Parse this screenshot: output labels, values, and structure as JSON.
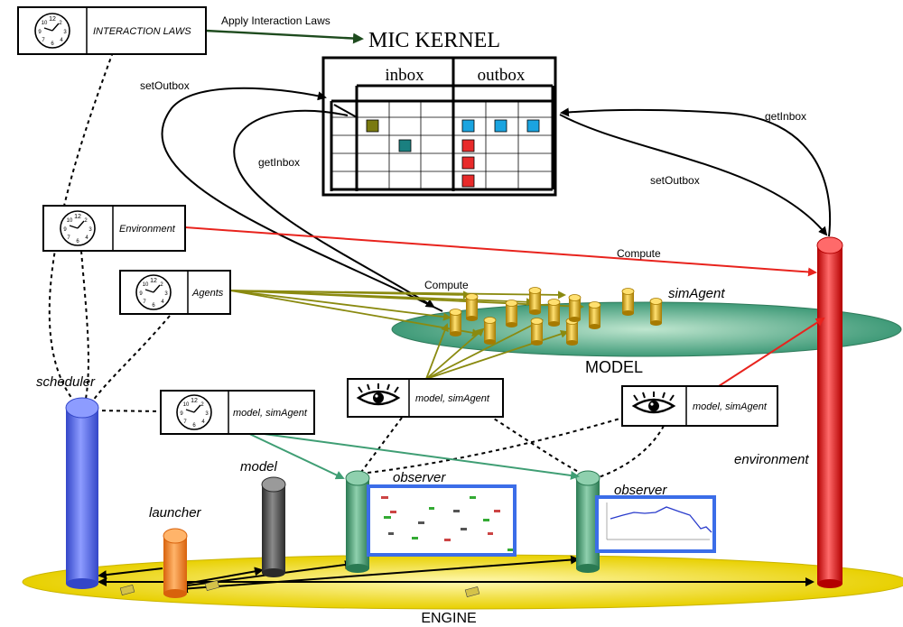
{
  "mic_kernel": {
    "title": "MIC KERNEL",
    "inbox_label": "inbox",
    "outbox_label": "outbox"
  },
  "boxes": {
    "interaction_laws": "INTERACTION LAWS",
    "environment": "Environment",
    "agents": "Agents",
    "scheduler_model": "model, simAgent",
    "observer1_model": "model, simAgent",
    "observer2_model": "model, simAgent"
  },
  "arrows": {
    "apply_laws": "Apply Interaction Laws",
    "set_outbox_left": "setOutbox",
    "get_inbox_left": "getInbox",
    "get_inbox_right": "getInbox",
    "set_outbox_right": "setOutbox",
    "compute_env": "Compute",
    "compute_agents": "Compute"
  },
  "labels": {
    "model_platform": "MODEL",
    "engine_platform": "ENGINE",
    "sim_agent": "simAgent",
    "scheduler": "scheduler",
    "launcher": "launcher",
    "model": "model",
    "observer1": "observer",
    "observer2": "observer",
    "environment": "environment"
  },
  "colors": {
    "arrow_black": "#000000",
    "arrow_red": "#e8231d",
    "arrow_olive": "#8a8a10",
    "arrow_green": "#3f9e74",
    "apply_arrow": "#1e4b1e",
    "model_disc": "#3f9a78",
    "engine_disc": "#f4e73a",
    "scheduler": "#5b6ee8",
    "launcher": "#f08a2a",
    "model_cyl": "#505050",
    "observer": "#3f9a6e",
    "environment": "#e81c1c",
    "agent": "#d4a81a",
    "cell_olive": "#7a7a10",
    "cell_teal": "#1a8080",
    "cell_blue": "#1aa4e0",
    "cell_red": "#e82a2a",
    "frame_blue": "#3b6de8"
  }
}
